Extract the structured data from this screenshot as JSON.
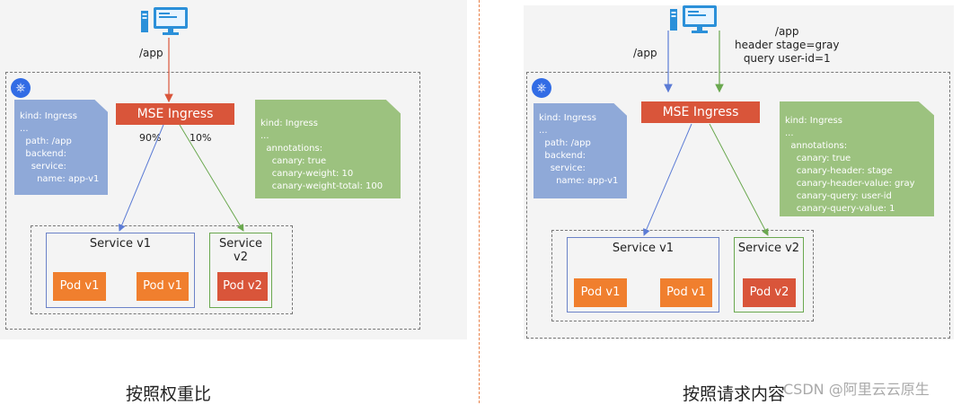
{
  "left": {
    "path_label": "/app",
    "ingress_label": "MSE Ingress",
    "weight_v1": "90%",
    "weight_v2": "10%",
    "ingress_note": "kind: Ingress\n...\n  path: /app\n  backend:\n    service:\n      name: app-v1",
    "canary_note": "kind: Ingress\n...\n  annotations:\n    canary: true\n    canary-weight: 10\n    canary-weight-total: 100",
    "service_v1": "Service v1",
    "service_v2": "Service v2",
    "pod_v1": "Pod v1",
    "pod_v2": "Pod v2",
    "caption": "按照权重比"
  },
  "right": {
    "path_label": "/app",
    "header_label": "/app\nheader stage=gray\nquery user-id=1",
    "ingress_label": "MSE Ingress",
    "ingress_note": "kind: Ingress\n...\n  path: /app\n  backend:\n    service:\n      name: app-v1",
    "canary_note": "kind: Ingress\n...\n  annotations:\n    canary: true\n    canary-header: stage\n    canary-header-value: gray\n    canary-query: user-id\n    canary-query-value: 1",
    "service_v1": "Service v1",
    "service_v2": "Service v2",
    "pod_v1": "Pod v1",
    "pod_v2": "Pod v2",
    "caption": "按照请求内容"
  },
  "watermark": "CSDN @阿里云云原生",
  "colors": {
    "ingress": "#d9553a",
    "pod_v1": "#f07f2e",
    "pod_v2": "#d9553a",
    "note_blue": "#8fa9d8",
    "note_green": "#9cc27f",
    "divider": "#e8824a"
  }
}
